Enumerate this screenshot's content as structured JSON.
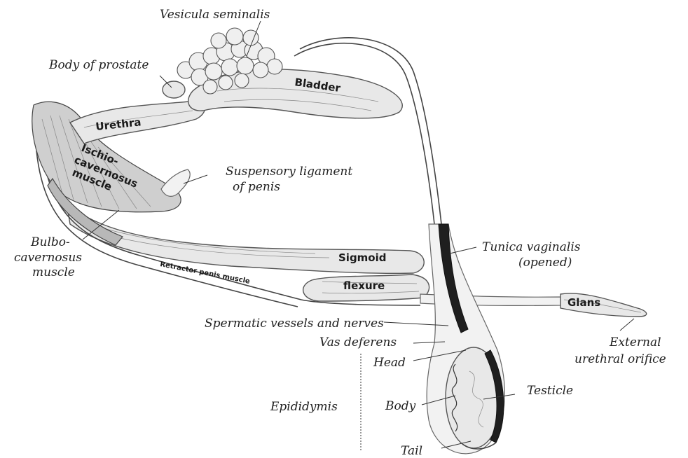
{
  "labels": {
    "vesicula_seminalis": "Vesicula seminalis",
    "body_of_prostate": "Body of prostate",
    "bladder": "Bladder",
    "urethra": "Urethra",
    "ischio_cavernosus_1": "Ischio-",
    "ischio_cavernosus_2": "cavernosus",
    "ischio_cavernosus_3": "muscle",
    "suspensory_ligament_1": "Suspensory ligament",
    "suspensory_ligament_2": "of penis",
    "bulbo_cavernosus_1": "Bulbo-",
    "bulbo_cavernosus_2": "cavernosus",
    "bulbo_cavernosus_3": "muscle",
    "sigmoid": "Sigmoid",
    "flexure": "flexure",
    "retractor_penis": "Retractor penis muscle",
    "tunica_vaginalis_1": "Tunica vaginalis",
    "tunica_vaginalis_2": "(opened)",
    "glans": "Glans",
    "spermatic_vessels": "Spermatic vessels and nerves",
    "vas_deferens": "Vas deferens",
    "external_orifice_1": "External",
    "external_orifice_2": "urethral orifice",
    "head": "Head",
    "testicle": "Testicle",
    "epididymis": "Epididymis",
    "body": "Body",
    "tail": "Tail"
  }
}
